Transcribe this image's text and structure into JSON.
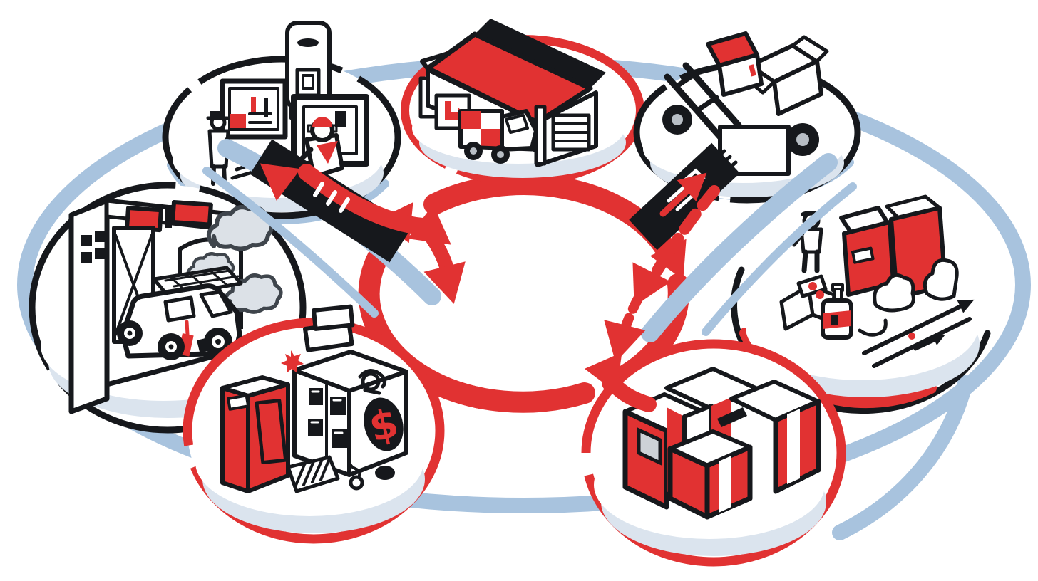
{
  "illustration": {
    "title": "circular-logistics-process-illustration",
    "style": "sketch cartoon in red, black and white with light blue swoosh accents",
    "background": "#ffffff",
    "text_content": "none (image contains no words, only a $ glyph)"
  },
  "colors": {
    "paper": "#ffffff",
    "red": "#e13232",
    "ink": "#16181c",
    "blue": "#a8c3de",
    "dish": "#dbe4ee",
    "smoke": "#dce1e7",
    "smoke_ink": "#3f454c",
    "gray": "#ccd1d6",
    "hub": "#b8bec5"
  },
  "center": {
    "id": "cycle",
    "label": "central circular flow of thick red arrows, clockwise",
    "direction": "clockwise",
    "arrow_color": "#e13232"
  },
  "nodes": [
    {
      "id": "store-counter",
      "position": "top-left",
      "border": "black",
      "label": "store counter scene: kiosk machine, service window with red panel, clerk walking, display screen, courier sliding down ramp",
      "icons": [
        "kiosk-icon",
        "service-window-icon",
        "walking-person-icon",
        "display-screen-icon",
        "courier-figure-icon",
        "ramp-conveyor-icon"
      ]
    },
    {
      "id": "warehouse-loading",
      "position": "top-center",
      "border": "red",
      "label": "warehouse with large red roof, document with red arrow, checkered box truck and garage shutter",
      "icons": [
        "red-roof-warehouse-icon",
        "document-arrow-icon",
        "box-truck-icon",
        "garage-shutter-icon",
        "awning-icon"
      ]
    },
    {
      "id": "receiving-dock",
      "position": "top-right",
      "border": "black",
      "label": "hand truck with red-top parcel, open cartons, black computer terminal and outbound ramp",
      "icons": [
        "hand-truck-icon",
        "red-parcel-icon",
        "open-carton-icon",
        "computer-terminal-icon",
        "ramp-conveyor-icon"
      ]
    },
    {
      "id": "depot-garage",
      "position": "left",
      "border": "black",
      "label": "depot garage with red signs, arched door, loaded delivery van and exhaust smoke clouds",
      "icons": [
        "garage-building-icon",
        "red-sign-icon",
        "cargo-van-icon",
        "roof-cargo-icon",
        "smoke-clouds-icon"
      ]
    },
    {
      "id": "inspection-shipment",
      "position": "right",
      "border": "black-top-red-bottom",
      "label": "worker with hat checking big red cartons, manifest book, first-aid kit, bottle, sacks and flow arrows with red dot",
      "icons": [
        "worker-icon",
        "red-carton-icon",
        "manifest-book-icon",
        "kit-box-icon",
        "bottle-icon",
        "sack-icon",
        "flow-arrows-icon"
      ]
    },
    {
      "id": "payment-machine",
      "position": "bottom-left",
      "border": "red",
      "label": "red cabinet and white machine with black windows, dollar badge, parcel stack, red splat, hatch ramp, cord and black ball",
      "dollar_glyph": "$",
      "icons": [
        "red-cabinet-icon",
        "machine-building-icon",
        "dollar-badge-icon",
        "parcel-stack-icon",
        "red-splat-icon",
        "hatch-ramp-icon",
        "ball-and-cord-icon",
        "curl-gauge-icon"
      ]
    },
    {
      "id": "striped-containers",
      "position": "bottom-right",
      "border": "red",
      "label": "cluster of red and white striped isometric shipping containers with small gray window",
      "icons": [
        "striped-container-icon",
        "container-window-icon"
      ]
    }
  ],
  "connectors": [
    {
      "from": "store-counter",
      "to": "cycle",
      "style": "black conveyor ramp with courier, red arrow with white dashes, double red arrowheads, blue swoosh"
    },
    {
      "from": "receiving-dock",
      "to": "cycle",
      "style": "black conveyor ramp with white glyphs, dashed red arrow with double arrowheads, small red up-arrow, blue swoosh"
    },
    {
      "from": "striped-containers",
      "to": "cycle",
      "style": "short red arc arrow pointing up-right"
    },
    {
      "from": "striped-containers",
      "to": "inspection-shipment",
      "style": "light blue arc"
    }
  ],
  "background_rings": {
    "outer_blue_ellipse": true,
    "under_node_blue_arcs": [
      "store-counter",
      "receiving-dock"
    ],
    "pale_dish_under_every_node": true
  }
}
